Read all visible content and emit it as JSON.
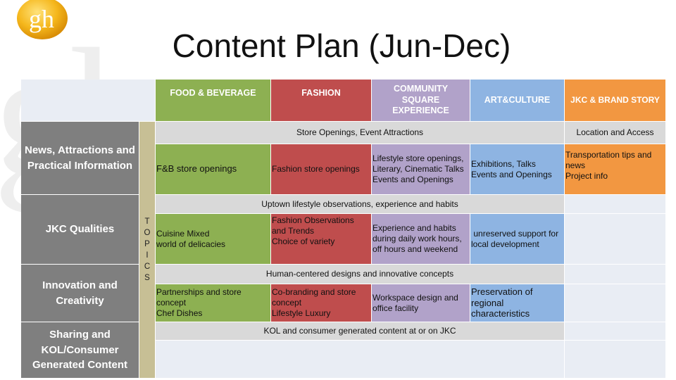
{
  "logo": {
    "text": "gh"
  },
  "title": "Content Plan (Jun-Dec)",
  "columns": {
    "food": "FOOD & BEVERAGE",
    "fashion": "FASHION",
    "community": "COMMUNITY SQUARE EXPERIENCE",
    "art": "ART&CULTURE",
    "jkc": "JKC & BRAND STORY"
  },
  "topics_label": "TOPICS",
  "rows": {
    "news": {
      "label": "News, Attractions and Practical Information",
      "span": "Store Openings, Event Attractions",
      "jkc_span": "Location and Access",
      "food": "F&B store openings",
      "fashion": "Fashion store openings",
      "community": "Lifestyle store openings, Literary, Cinematic Talks Events and Openings",
      "art": "Exhibitions, Talks Events and Openings",
      "jkc": "Transportation tips and news\nProject info"
    },
    "qualities": {
      "label": "JKC Qualities",
      "span": "Uptown lifestyle observations, experience and habits",
      "food": "Cuisine Mixed\nworld of delicacies",
      "fashion": "Fashion Observations and Trends\nChoice of variety",
      "community": "Experience and habits during daily work hours, off hours and weekend",
      "art": " unreserved support for local development"
    },
    "innovation": {
      "label": "Innovation and Creativity",
      "span": "Human-centered designs and innovative concepts",
      "food": "Partnerships and store concept\nChef Dishes",
      "fashion": "Co-branding and store concept\nLifestyle Luxury",
      "community": "Workspace design and office facility",
      "art": "Preservation of regional characteristics"
    },
    "sharing": {
      "label": "Sharing and KOL/Consumer Generated Content",
      "span": "KOL and consumer generated content at or on JKC"
    }
  },
  "colors": {
    "food": "#8db052",
    "fashion": "#bf4d4d",
    "community": "#b1a2c9",
    "art": "#8eb4e2",
    "jkc": "#f29741",
    "row_label": "#7f7f7f",
    "topics": "#c7bf95"
  }
}
